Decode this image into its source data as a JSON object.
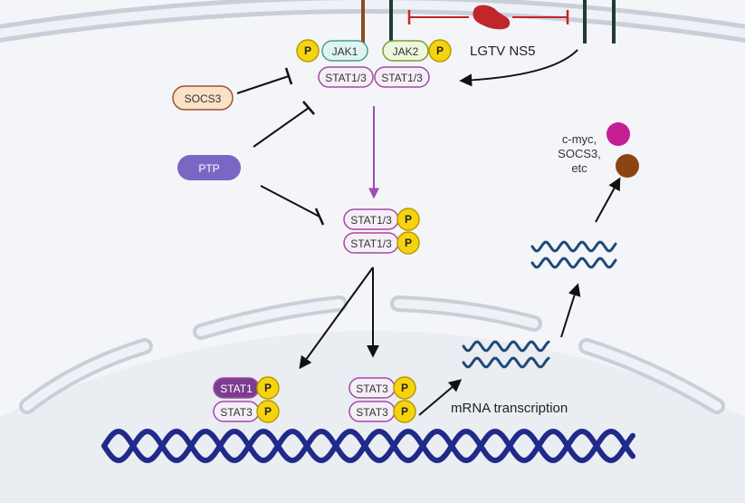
{
  "colors": {
    "cytoplasm": "#f4f5f8",
    "membrane": "#c9cfd9",
    "membrane_inner": "#eef1f6",
    "nucleus": "#eaedf2",
    "stat_fill": "#f6eef7",
    "stat_stroke": "#a24aa7",
    "stat1_dark": "#7b3d8f",
    "jak1_fill": "#dff4f2",
    "jak1_stroke": "#4a9b95",
    "jak2_fill": "#eef6dc",
    "jak2_stroke": "#7a9b3e",
    "phospho": "#f5d40f",
    "phospho_stroke": "#b99a00",
    "socs3_fill": "#f8e2c8",
    "socs3_stroke": "#a0522d",
    "ptp": "#7a67c4",
    "ns5": "#c0262a",
    "inhibit_red": "#c0262a",
    "receptor": "#1f3b33",
    "receptor_brown": "#8b4a1e",
    "purple_arrow": "#9b4fb0",
    "dna": "#1f2a8a",
    "mrna": "#1f4a7a",
    "cmyc": "#c41e94",
    "socs3_product": "#8b4513"
  },
  "icons": {
    "ns5_protein": "ns5-protein-icon",
    "dna": "dna-helix-icon",
    "mrna": "mrna-wave-icon"
  },
  "labels": {
    "jak1": "JAK1",
    "jak2": "JAK2",
    "stat13": "STAT1/3",
    "stat1": "STAT1",
    "stat3": "STAT3",
    "phospho": "P",
    "socs3": "SOCS3",
    "ptp": "PTP",
    "ns5": "LGTV NS5",
    "mrna_transcription": "mRNA transcription",
    "products_line1": "c-myc,",
    "products_line2": "SOCS3,",
    "products_line3": "etc"
  }
}
